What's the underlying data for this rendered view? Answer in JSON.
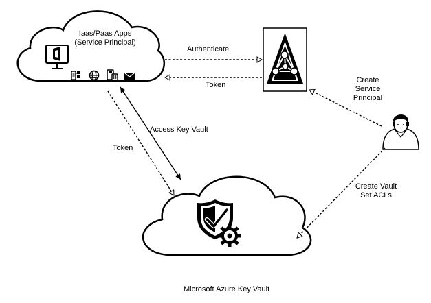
{
  "apps": {
    "title_line1": "Iaas/Paas Apps",
    "title_line2": "(Service Principal)",
    "icons": [
      "office-monitor-icon",
      "network-icon",
      "globe-icon",
      "calculator-icon",
      "envelope-icon"
    ]
  },
  "arrows": {
    "authenticate": "Authenticate",
    "token_top": "Token",
    "access_key_vault": "Access Key Vault",
    "token_left": "Token",
    "create_sp_line1": "Create",
    "create_sp_line2": "Service",
    "create_sp_line3": "Principal",
    "create_vault_line1": "Create Vault",
    "create_vault_line2": "Set ACLs"
  },
  "vault": {
    "caption": "Microsoft Azure Key Vault",
    "icons": [
      "shield-check-icon",
      "gear-icon"
    ]
  },
  "identity": {
    "icon": "azure-ad-icon"
  },
  "user": {
    "icon": "user-icon"
  },
  "colors": {
    "line": "#000000",
    "background": "#ffffff"
  }
}
